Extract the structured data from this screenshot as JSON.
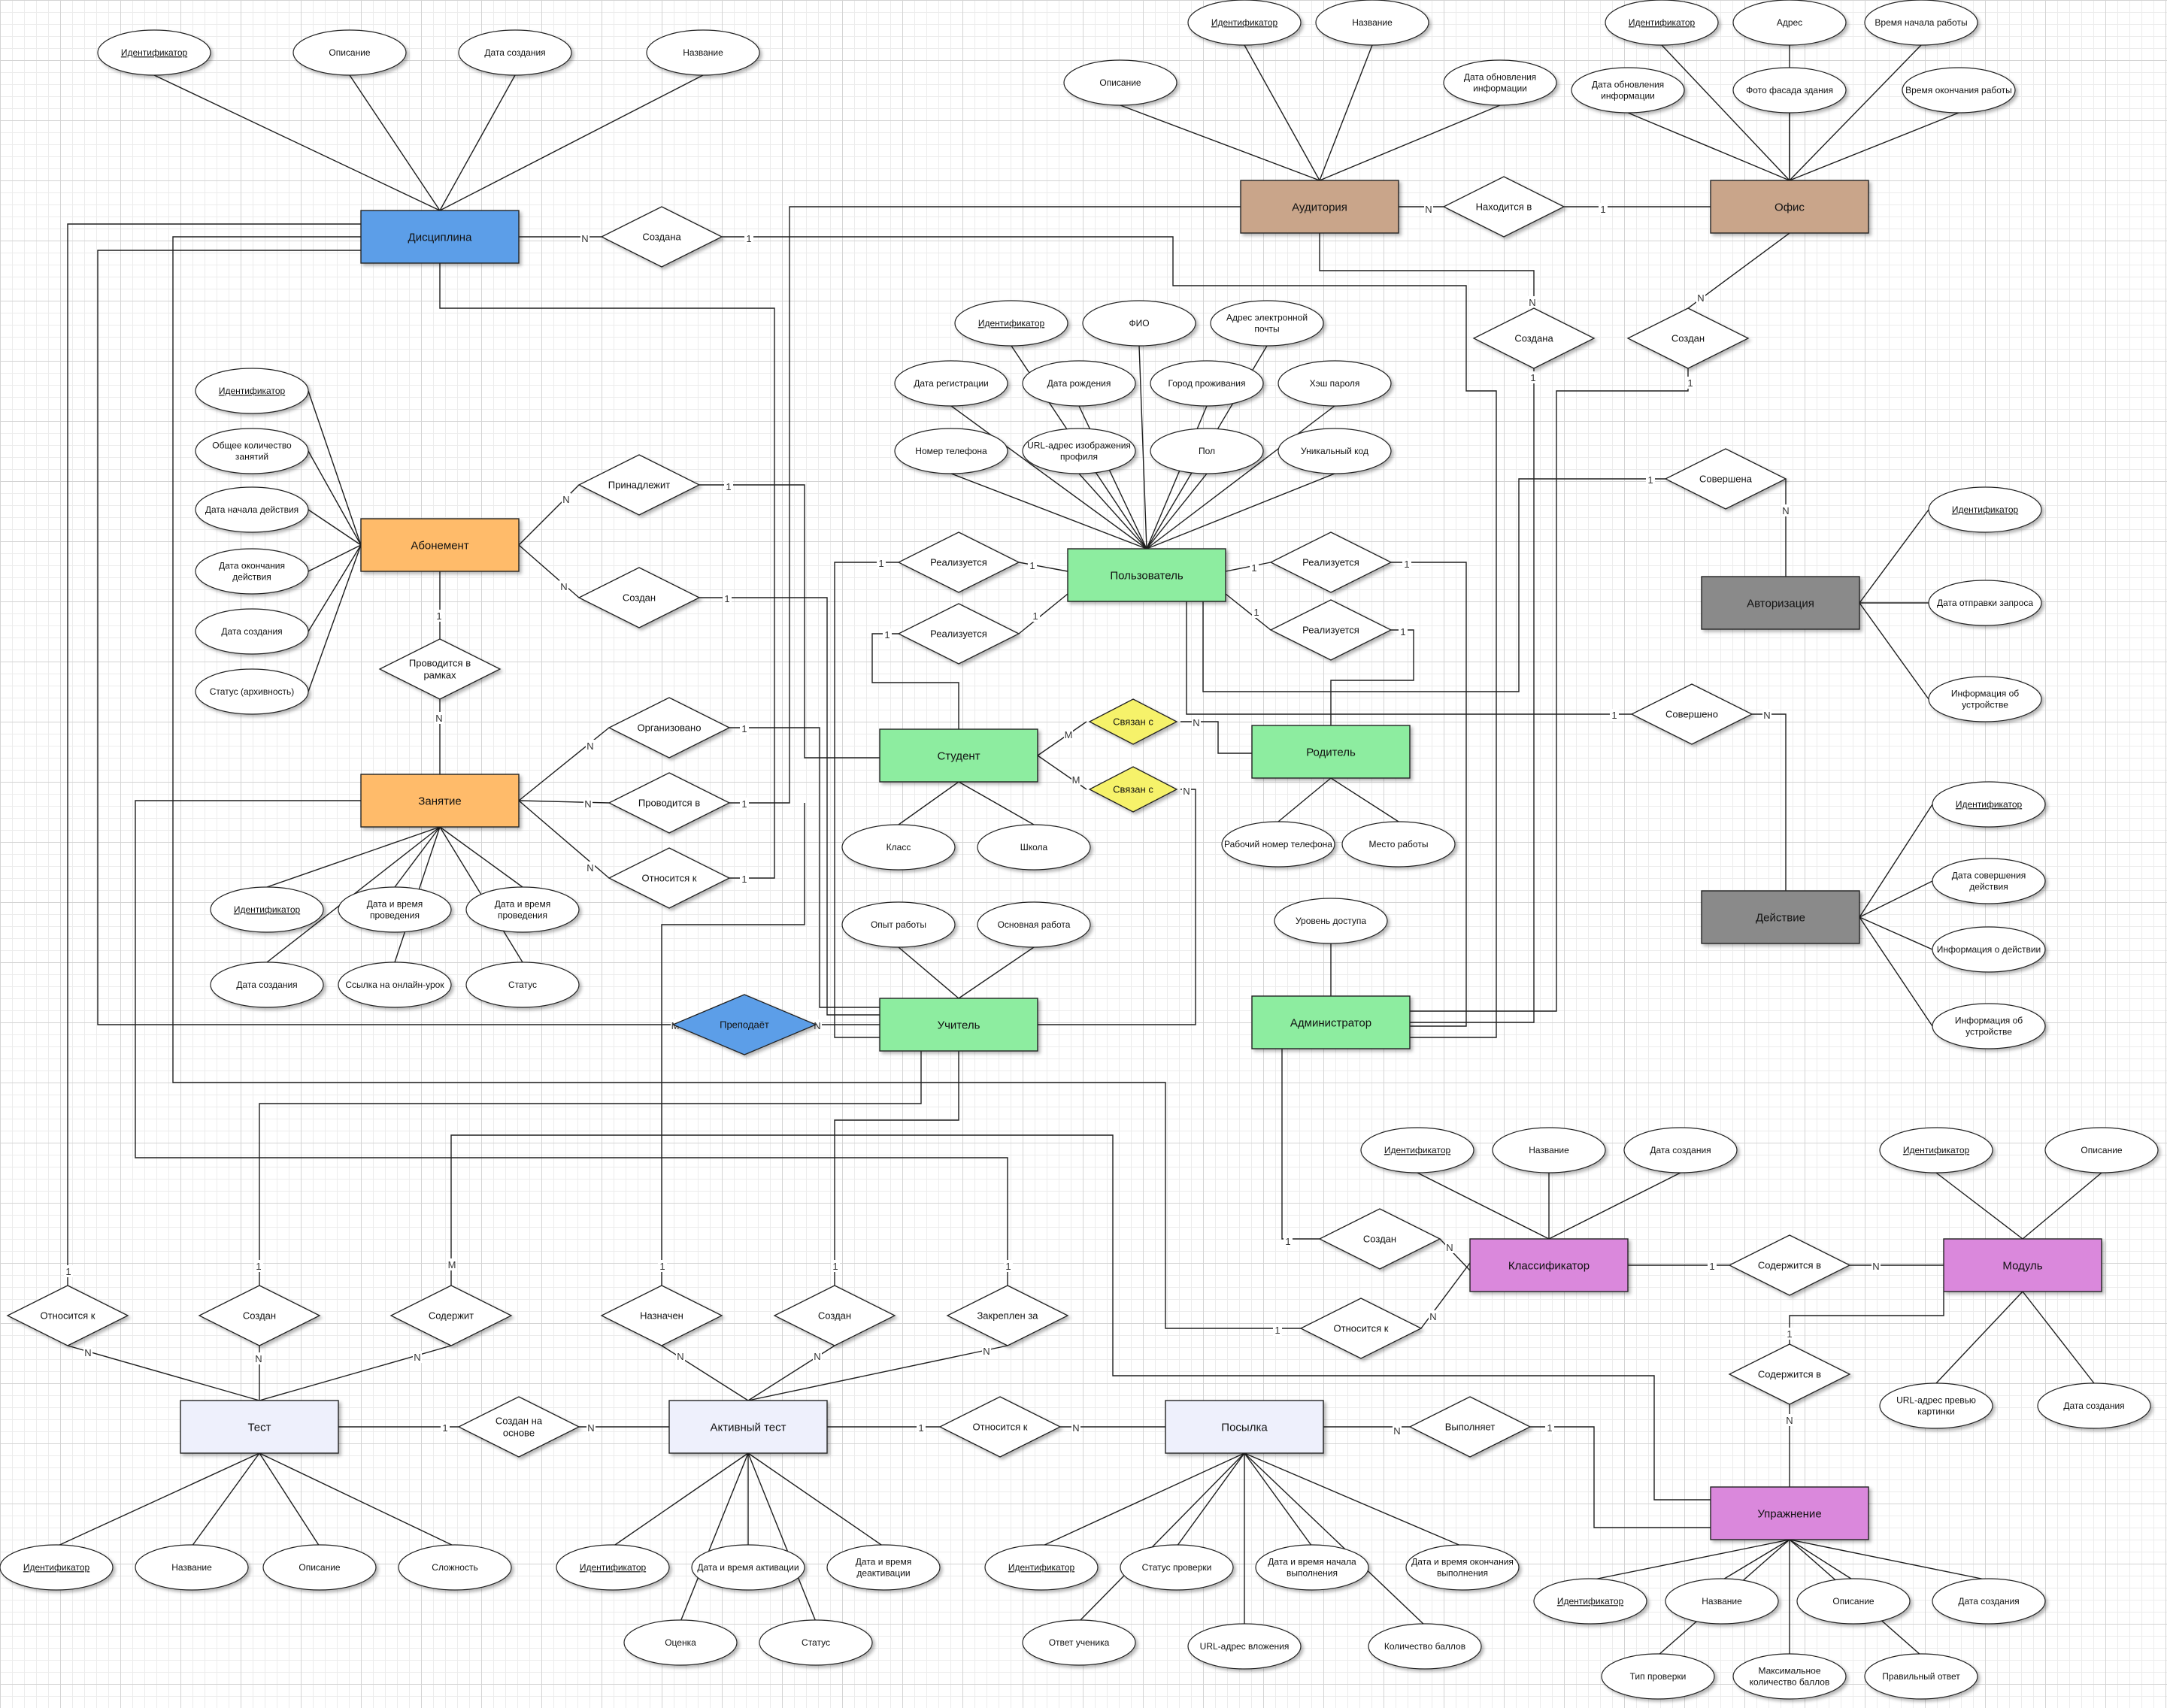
{
  "colors": {
    "discipline": "#5b9ee8",
    "subscription": "#ffbb6a",
    "user_green": "#8deda0",
    "brown": "#c9a58a",
    "gray": "#8a8a8a",
    "purple": "#da88dc",
    "lavender": "#eef0fc",
    "yellow": "#f6f26a",
    "teach_rel": "#5b9ee8"
  },
  "entities": [
    {
      "id": "dis",
      "label": "Дисциплина",
      "color": "discipline"
    },
    {
      "id": "abn",
      "label": "Абонемент",
      "color": "subscription"
    },
    {
      "id": "zan",
      "label": "Занятие",
      "color": "subscription"
    },
    {
      "id": "aud",
      "label": "Аудитория",
      "color": "brown"
    },
    {
      "id": "off",
      "label": "Офис",
      "color": "brown"
    },
    {
      "id": "pol",
      "label": "Пользователь",
      "color": "user_green"
    },
    {
      "id": "stu",
      "label": "Студент",
      "color": "user_green"
    },
    {
      "id": "rod",
      "label": "Родитель",
      "color": "user_green"
    },
    {
      "id": "uch",
      "label": "Учитель",
      "color": "user_green"
    },
    {
      "id": "adm",
      "label": "Администратор",
      "color": "user_green"
    },
    {
      "id": "avt",
      "label": "Авторизация",
      "color": "gray"
    },
    {
      "id": "dei",
      "label": "Действие",
      "color": "gray"
    },
    {
      "id": "kla",
      "label": "Классификатор",
      "color": "purple"
    },
    {
      "id": "mod",
      "label": "Модуль",
      "color": "purple"
    },
    {
      "id": "upr",
      "label": "Упражнение",
      "color": "purple"
    },
    {
      "id": "tes",
      "label": "Тест",
      "color": "lavender"
    },
    {
      "id": "akt",
      "label": "Активный тест",
      "color": "lavender"
    },
    {
      "id": "pos",
      "label": "Посылка",
      "color": "lavender"
    }
  ],
  "relationships": [
    {
      "id": "r_sozdana_dis",
      "label": "Создана"
    },
    {
      "id": "r_nahoditsya",
      "label": "Находится в"
    },
    {
      "id": "r_sozdana_aud",
      "label": "Создана"
    },
    {
      "id": "r_sozdan_off",
      "label": "Создан"
    },
    {
      "id": "r_prinadlezhit",
      "label": "Принадлежит"
    },
    {
      "id": "r_sozdan_abn",
      "label": "Создан"
    },
    {
      "id": "r_provoditsya_ramkah",
      "label": "Проводится в рамках"
    },
    {
      "id": "r_organizovano",
      "label": "Организовано"
    },
    {
      "id": "r_provoditsya_v",
      "label": "Проводится в"
    },
    {
      "id": "r_otnositsya_zan",
      "label": "Относится к"
    },
    {
      "id": "r_realizuetsya_1",
      "label": "Реализуется"
    },
    {
      "id": "r_realizuetsya_2",
      "label": "Реализуется"
    },
    {
      "id": "r_realizuetsya_3",
      "label": "Реализуется"
    },
    {
      "id": "r_realizuetsya_4",
      "label": "Реализуется"
    },
    {
      "id": "r_sovershena",
      "label": "Совершена"
    },
    {
      "id": "r_soversheno",
      "label": "Совершено"
    },
    {
      "id": "r_svyazan_1",
      "label": "Связан с"
    },
    {
      "id": "r_svyazan_2",
      "label": "Связан с"
    },
    {
      "id": "r_prepodaet",
      "label": "Преподаёт"
    },
    {
      "id": "r_sozdan_kla",
      "label": "Создан"
    },
    {
      "id": "r_otnositsya_kla",
      "label": "Относится к"
    },
    {
      "id": "r_soderzhitsya_mod",
      "label": "Содержится в"
    },
    {
      "id": "r_soderzhitsya_upr",
      "label": "Содержится в"
    },
    {
      "id": "r_otnositsya_tes",
      "label": "Относится к"
    },
    {
      "id": "r_sozdan_tes",
      "label": "Создан"
    },
    {
      "id": "r_soderzhit",
      "label": "Содержит"
    },
    {
      "id": "r_naznachen",
      "label": "Назначен"
    },
    {
      "id": "r_sozdan_akt",
      "label": "Создан"
    },
    {
      "id": "r_zakreplen",
      "label": "Закреплен за"
    },
    {
      "id": "r_sozdan_na_osnove",
      "label": "Создан на основе"
    },
    {
      "id": "r_otnositsya_pos",
      "label": "Относится к"
    },
    {
      "id": "r_vypolnyaet",
      "label": "Выполняет"
    }
  ],
  "attributes": [
    {
      "id": "a_dis_id",
      "label": "Идентификатор",
      "key": true
    },
    {
      "id": "a_dis_desc",
      "label": "Описание",
      "key": false
    },
    {
      "id": "a_dis_date",
      "label": "Дата создания",
      "key": false
    },
    {
      "id": "a_dis_name",
      "label": "Название",
      "key": false
    },
    {
      "id": "a_aud_id",
      "label": "Идентификатор",
      "key": true
    },
    {
      "id": "a_aud_name",
      "label": "Название",
      "key": false
    },
    {
      "id": "a_aud_desc",
      "label": "Описание",
      "key": false
    },
    {
      "id": "a_aud_upd",
      "label": "Дата обновления информации",
      "key": false
    },
    {
      "id": "a_off_id",
      "label": "Идентификатор",
      "key": true
    },
    {
      "id": "a_off_addr",
      "label": "Адрес",
      "key": false
    },
    {
      "id": "a_off_start",
      "label": "Время начала работы",
      "key": false
    },
    {
      "id": "a_off_upd",
      "label": "Дата обновления информации",
      "key": false
    },
    {
      "id": "a_off_photo",
      "label": "Фото фасада здания",
      "key": false
    },
    {
      "id": "a_off_end",
      "label": "Время окончания работы",
      "key": false
    },
    {
      "id": "a_abn_id",
      "label": "Идентификатор",
      "key": true
    },
    {
      "id": "a_abn_total",
      "label": "Общее количество занятий",
      "key": false
    },
    {
      "id": "a_abn_start",
      "label": "Дата начала действия",
      "key": false
    },
    {
      "id": "a_abn_end",
      "label": "Дата окончания действия",
      "key": false
    },
    {
      "id": "a_abn_created",
      "label": "Дата создания",
      "key": false
    },
    {
      "id": "a_abn_status",
      "label": "Статус (архивность)",
      "key": false
    },
    {
      "id": "a_pol_id",
      "label": "Идентификатор",
      "key": true
    },
    {
      "id": "a_pol_fio",
      "label": "ФИО",
      "key": false
    },
    {
      "id": "a_pol_email",
      "label": "Адрес электронной почты",
      "key": false
    },
    {
      "id": "a_pol_reg",
      "label": "Дата регистрации",
      "key": false
    },
    {
      "id": "a_pol_bday",
      "label": "Дата рождения",
      "key": false
    },
    {
      "id": "a_pol_city",
      "label": "Город проживания",
      "key": false
    },
    {
      "id": "a_pol_hash",
      "label": "Хэш пароля",
      "key": false
    },
    {
      "id": "a_pol_phone",
      "label": "Номер телефона",
      "key": false
    },
    {
      "id": "a_pol_url",
      "label": "URL-адрес изображения профиля",
      "key": false
    },
    {
      "id": "a_pol_sex",
      "label": "Пол",
      "key": false
    },
    {
      "id": "a_pol_code",
      "label": "Уникальный код",
      "key": false
    },
    {
      "id": "a_avt_id",
      "label": "Идентификатор",
      "key": true
    },
    {
      "id": "a_avt_date",
      "label": "Дата отправки запроса",
      "key": false
    },
    {
      "id": "a_avt_dev",
      "label": "Информация об устройстве",
      "key": false
    },
    {
      "id": "a_dei_id",
      "label": "Идентификатор",
      "key": true
    },
    {
      "id": "a_dei_date",
      "label": "Дата совершения действия",
      "key": false
    },
    {
      "id": "a_dei_info",
      "label": "Информация о действии",
      "key": false
    },
    {
      "id": "a_dei_dev",
      "label": "Информация об устройстве",
      "key": false
    },
    {
      "id": "a_stu_class",
      "label": "Класс",
      "key": false
    },
    {
      "id": "a_stu_school",
      "label": "Школа",
      "key": false
    },
    {
      "id": "a_rod_phone",
      "label": "Рабочий номер телефона",
      "key": false
    },
    {
      "id": "a_rod_work",
      "label": "Место работы",
      "key": false
    },
    {
      "id": "a_uch_exp",
      "label": "Опыт работы",
      "key": false
    },
    {
      "id": "a_uch_main",
      "label": "Основная работа",
      "key": false
    },
    {
      "id": "a_adm_level",
      "label": "Уровень доступа",
      "key": false
    },
    {
      "id": "a_zan_id",
      "label": "Идентификатор",
      "key": true
    },
    {
      "id": "a_zan_dt1",
      "label": "Дата и время проведения",
      "key": false
    },
    {
      "id": "a_zan_dt2",
      "label": "Дата и время проведения",
      "key": false
    },
    {
      "id": "a_zan_created",
      "label": "Дата создания",
      "key": false
    },
    {
      "id": "a_zan_link",
      "label": "Ссылка на онлайн-урок",
      "key": false
    },
    {
      "id": "a_zan_status",
      "label": "Статус",
      "key": false
    },
    {
      "id": "a_kla_id",
      "label": "Идентификатор",
      "key": true
    },
    {
      "id": "a_kla_name",
      "label": "Название",
      "key": false
    },
    {
      "id": "a_kla_date",
      "label": "Дата создания",
      "key": false
    },
    {
      "id": "a_mod_id",
      "label": "Идентификатор",
      "key": true
    },
    {
      "id": "a_mod_desc",
      "label": "Описание",
      "key": false
    },
    {
      "id": "a_mod_url",
      "label": "URL-адрес превью картинки",
      "key": false
    },
    {
      "id": "a_mod_date",
      "label": "Дата создания",
      "key": false
    },
    {
      "id": "a_tes_id",
      "label": "Идентификатор",
      "key": true
    },
    {
      "id": "a_tes_name",
      "label": "Название",
      "key": false
    },
    {
      "id": "a_tes_desc",
      "label": "Описание",
      "key": false
    },
    {
      "id": "a_tes_diff",
      "label": "Сложность",
      "key": false
    },
    {
      "id": "a_akt_id",
      "label": "Идентификатор",
      "key": true
    },
    {
      "id": "a_akt_dt",
      "label": "Дата и время активации",
      "key": false
    },
    {
      "id": "a_akt_deact",
      "label": "Дата и время деактивации",
      "key": false
    },
    {
      "id": "a_akt_grade",
      "label": "Оценка",
      "key": false
    },
    {
      "id": "a_akt_status",
      "label": "Статус",
      "key": false
    },
    {
      "id": "a_pos_id",
      "label": "Идентификатор",
      "key": true
    },
    {
      "id": "a_pos_check",
      "label": "Статус проверки",
      "key": false
    },
    {
      "id": "a_pos_start",
      "label": "Дата и время начала выполнения",
      "key": false
    },
    {
      "id": "a_pos_end",
      "label": "Дата и время окончания выполнения",
      "key": false
    },
    {
      "id": "a_pos_answer",
      "label": "Ответ ученика",
      "key": false
    },
    {
      "id": "a_pos_url",
      "label": "URL-адрес вложения",
      "key": false
    },
    {
      "id": "a_pos_score",
      "label": "Количество баллов",
      "key": false
    },
    {
      "id": "a_upr_id",
      "label": "Идентификатор",
      "key": true
    },
    {
      "id": "a_upr_name",
      "label": "Название",
      "key": false
    },
    {
      "id": "a_upr_desc",
      "label": "Описание",
      "key": false
    },
    {
      "id": "a_upr_date",
      "label": "Дата создания",
      "key": false
    },
    {
      "id": "a_upr_check",
      "label": "Тип проверки",
      "key": false
    },
    {
      "id": "a_upr_max",
      "label": "Максимальное количество баллов",
      "key": false
    },
    {
      "id": "a_upr_answer",
      "label": "Правильный ответ",
      "key": false
    }
  ],
  "cardinality_labels": [
    "1",
    "N",
    "M"
  ]
}
